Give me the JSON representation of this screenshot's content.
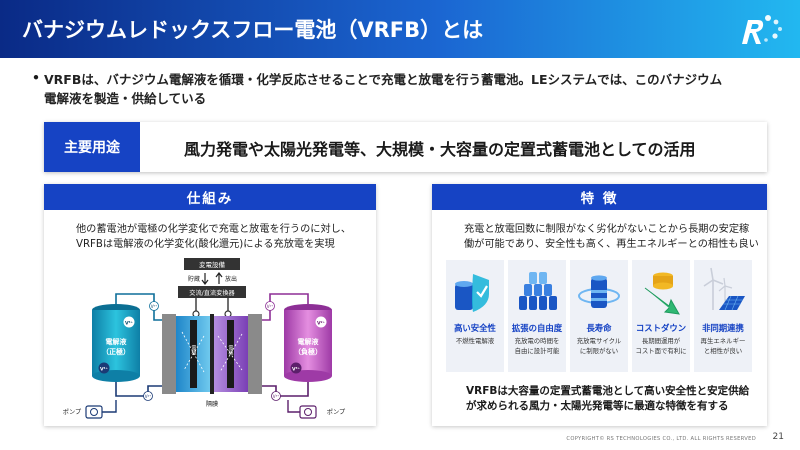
{
  "header": {
    "title": "バナジウムレドックスフロー電池（VRFB）とは"
  },
  "intro": {
    "bullet": "•",
    "line1": "VRFBは、バナジウム電解液を循環・化学反応させることで充電と放電を行う蓄電池。LEシステムでは、このバナジウム",
    "line2": "電解液を製造・供給している"
  },
  "main_use": {
    "label": "主要用途",
    "text": "風力発電や太陽光発電等、大規模・大容量の定置式蓄電池としての活用"
  },
  "mechanism": {
    "title": "仕組み",
    "desc1": "他の蓄電池が電極の化学変化で充電と放電を行うのに対し、",
    "desc2": "VRFBは電解液の化学変化(酸化還元)による充放電を実現",
    "diagram": {
      "substation": "変電設備",
      "charge": "貯蔵",
      "discharge": "放出",
      "converter": "交流/直流変換器",
      "left_tank_1": "電解液",
      "left_tank_2": "（正極）",
      "right_tank_1": "電解液",
      "right_tank_2": "（負極）",
      "membrane": "隔膜",
      "electrode_left": "電極",
      "electrode_right": "電極",
      "pump_left": "ポンプ",
      "pump_right": "ポンプ",
      "ion_v5": "V⁵⁺",
      "ion_v4": "V⁴⁺",
      "ion_v2": "V²⁺",
      "ion_v3": "V³⁺"
    }
  },
  "features": {
    "title": "特 徴",
    "desc1": "充電と放電回数に制限がなく劣化がないことから長期の安定稼",
    "desc2": "働が可能であり、安全性も高く、再生エネルギーとの相性も良い",
    "items": [
      {
        "title": "高い安全性",
        "desc1": "不燃性電解液",
        "desc2": "",
        "icon": "shield-icon"
      },
      {
        "title": "拡張の自由度",
        "desc1": "充放電の時間を",
        "desc2": "自由に設計可能",
        "icon": "stack-icon"
      },
      {
        "title": "長寿命",
        "desc1": "充放電サイクル",
        "desc2": "に制限がない",
        "icon": "battery-cycle-icon"
      },
      {
        "title": "コストダウン",
        "desc1": "長期間運用が",
        "desc2": "コスト面で有利に",
        "icon": "coin-down-icon"
      },
      {
        "title": "非同期連携",
        "desc1": "再生エネルギー",
        "desc2": "と相性が良い",
        "icon": "wind-solar-icon"
      }
    ],
    "conclusion1": "VRFBは大容量の定置式蓄電池として高い安全性と安定供給",
    "conclusion2": "が求められる風力・太陽光発電等に最適な特徴を有する"
  },
  "footer": {
    "copyright": "COPYRIGHT© RS TECHNOLOGIES CO., LTD. ALL RIGHTS RESERVED",
    "page": "21"
  },
  "colors": {
    "brand_blue": "#1643c4",
    "header_dark": "#0a2a86",
    "header_light": "#22b8f0",
    "tank_positive": "#1ea9c9",
    "tank_negative": "#c85fc5"
  }
}
